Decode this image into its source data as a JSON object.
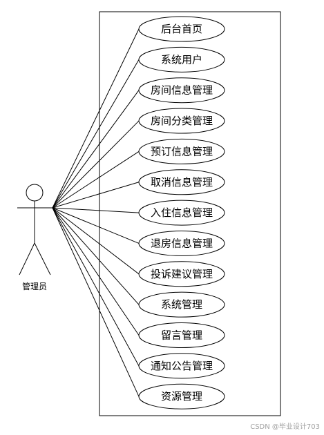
{
  "actor": {
    "label": "管理员"
  },
  "use_cases": [
    "后台首页",
    "系统用户",
    "房间信息管理",
    "房间分类管理",
    "预订信息管理",
    "取消信息管理",
    "入住信息管理",
    "退房信息管理",
    "投诉建议管理",
    "系统管理",
    "留言管理",
    "通知公告管理",
    "资源管理"
  ],
  "watermark": "CSDN @毕业设计703"
}
